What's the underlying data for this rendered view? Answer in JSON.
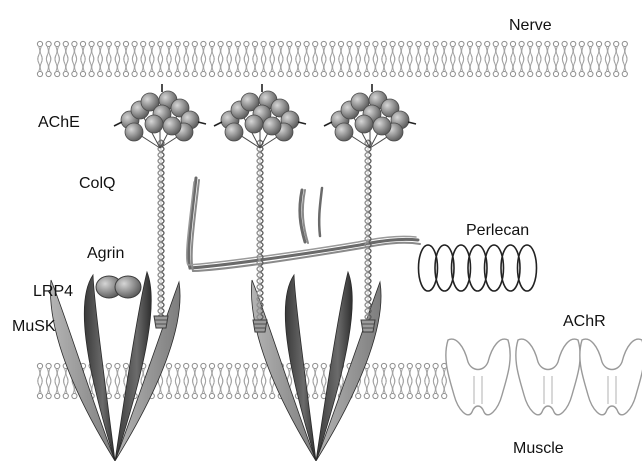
{
  "labels": {
    "nerve": "Nerve",
    "ache": "AChE",
    "colq": "ColQ",
    "agrin": "Agrin",
    "lrp4": "LRP4",
    "musk": "MuSK",
    "perlecan": "Perlecan",
    "achr": "AChR",
    "muscle": "Muscle"
  },
  "colors": {
    "membrane": "#9a9a9a",
    "ache_sphere": "#8c8c8c",
    "colq_helix": "#6e6e6e",
    "perlecan_strand": "#707070",
    "musk_leaf_dark": "#4a4a4a",
    "musk_leaf_light": "#9d9d9d",
    "achr_outline": "#9a9a9a"
  },
  "icons": {
    "ache": "globular-enzyme-cluster",
    "colq": "collagen-triple-helix",
    "agrin": "paired-globules",
    "musk": "leaf-receptor",
    "perlecan": "coil-and-strands",
    "achr": "pentameric-channel"
  }
}
